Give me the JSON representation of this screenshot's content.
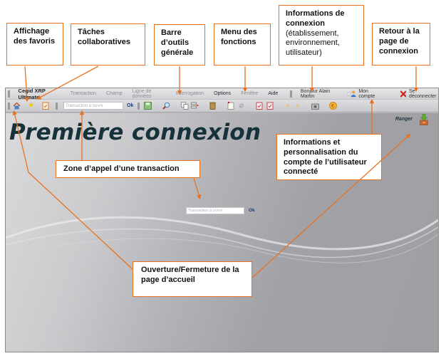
{
  "app": {
    "name": "Cegid XRP Ultimate",
    "menu": [
      {
        "label": "Transaction",
        "enabled": false
      },
      {
        "label": "Champ",
        "enabled": false
      },
      {
        "label": "Ligne de données",
        "enabled": false
      },
      {
        "label": "Interrogation",
        "enabled": false
      },
      {
        "label": "Options",
        "enabled": true
      },
      {
        "label": "Fenêtre",
        "enabled": false
      },
      {
        "label": "Aide",
        "enabled": true
      }
    ],
    "greeting": "Bonjour Alain Martin",
    "account_label": "Mon compte",
    "logout_label": "Se déconnecter",
    "toolbar": {
      "transaction_placeholder": "Transaction à ouvrir",
      "ok_label": "Ok"
    },
    "page_title": "Première connexion",
    "ranger_label": "Ranger",
    "center": {
      "transaction_placeholder": "Transaction à ouvrir",
      "ok_label": "Ok"
    }
  },
  "callouts": {
    "favoris": "Affichage des favoris",
    "taches": "Tâches collaboratives",
    "barre": "Barre d’outils générale",
    "menu": "Menu des fonctions",
    "infos_bold": "Informations de connexion",
    "infos_normal": "(établissement, environnement, utilisateur)",
    "retour": "Retour à la page de connexion",
    "compte": "Informations et personnalisation du compte de l’utilisateur connecté",
    "zone": "Zone d’appel d’une transaction",
    "accueil": "Ouverture/Fermeture de la page d’accueil"
  },
  "colors": {
    "callout_border": "#e8711f",
    "title": "#16323a",
    "ok": "#1b3b7a"
  }
}
